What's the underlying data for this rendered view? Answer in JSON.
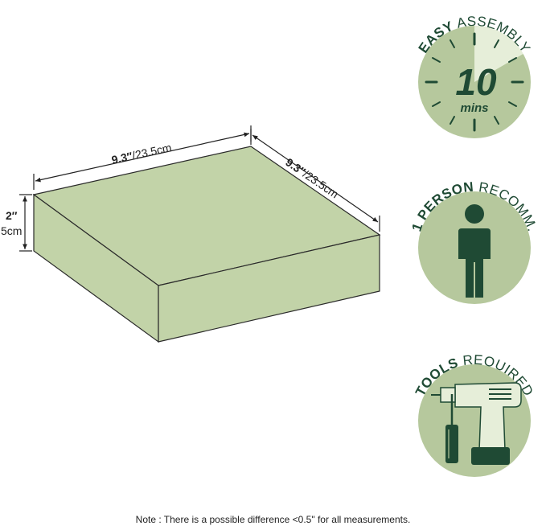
{
  "colors": {
    "shelf_fill": "#c2d3a8",
    "shelf_outline": "#2a2a2a",
    "badge_fill": "#b6c89d",
    "badge_light": "#e6eed9",
    "badge_dark": "#1f4a34"
  },
  "dimensions": {
    "width_value": "9.3″",
    "width_metric": "/23.5cm",
    "depth_value": "9.3″",
    "depth_metric": "/23.5cm",
    "height_value": "2″",
    "height_metric": "5cm"
  },
  "badges": [
    {
      "bold": "EASY",
      "regular": " ASSEMBLY",
      "icon": "clock-icon",
      "number": "10",
      "unit": "mins"
    },
    {
      "bold": "1 PERSON",
      "regular": " RECOMM.",
      "icon": "person-icon"
    },
    {
      "bold": "TOOLS",
      "regular": " REQUIRED",
      "icon": "drill-and-screwdriver-icon"
    }
  ],
  "note": "Note : There is a possible difference <0.5\" for all measurements."
}
